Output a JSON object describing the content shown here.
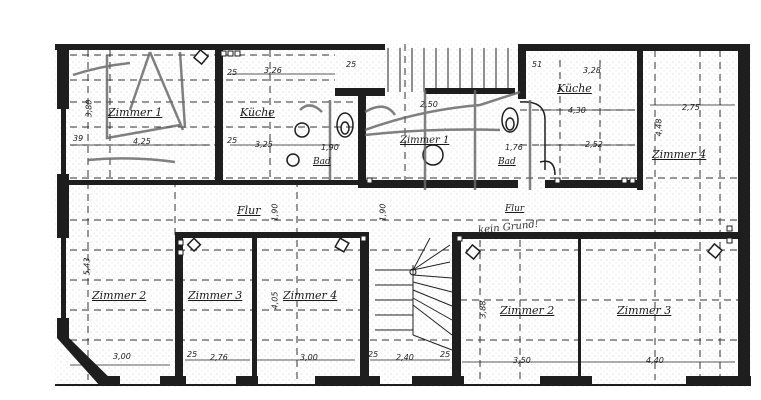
{
  "plan": {
    "type": "architectural floor plan (scanned)",
    "colors": {
      "wall": "#1e1e1e",
      "background": "#ffffff",
      "grid": "#555555",
      "pencil": "#6a6a6a"
    }
  },
  "rooms": {
    "zimmer1_left": "Zimmer 1",
    "kueche_left": "Küche",
    "bad_left": "Bad",
    "zimmer1_center": "Zimmer 1",
    "bad_right": "Bad",
    "kueche_right": "Küche",
    "zimmer4_right": "Zimmer 4",
    "flur_left": "Flur",
    "flur_right": "Flur",
    "zimmer2_left": "Zimmer 2",
    "zimmer3_left": "Zimmer 3",
    "zimmer4_left": "Zimmer 4",
    "zimmer2_right": "Zimmer 2",
    "zimmer3_right": "Zimmer 3"
  },
  "dimensions": {
    "z1_width": "4,25",
    "z1_side": "39",
    "z1_height": "3,80",
    "kueche_top": "3,26",
    "kueche_wall": "25",
    "kueche_bottom": "3,25",
    "kueche_wall2": "25",
    "bad_left_w": "1,90",
    "stair_top": "25",
    "center_top": "2,50",
    "bad_right_w": "1,76",
    "kueche_r_top": "3,28",
    "kueche_r_mid": "4,30",
    "kueche_r_low": "2,52",
    "kueche_r_wall": "51",
    "z4r_width": "2,75",
    "z4r_height": "4,48",
    "flur_h": "1,90",
    "flur_h2": "1,90",
    "z2l_height": "5,43",
    "z2l_width": "3,00",
    "z3l_wall": "25",
    "z3l_width": "2,76",
    "z4l_width": "3,00",
    "z4l_height": "4,05",
    "stair_wall_l": "25",
    "stair_width": "2,40",
    "stair_wall_r": "25",
    "z2r_height": "3,88",
    "z2r_width": "3,50",
    "z3r_width": "4,40"
  },
  "annotations": {
    "flur_note": "kein Grund!"
  }
}
